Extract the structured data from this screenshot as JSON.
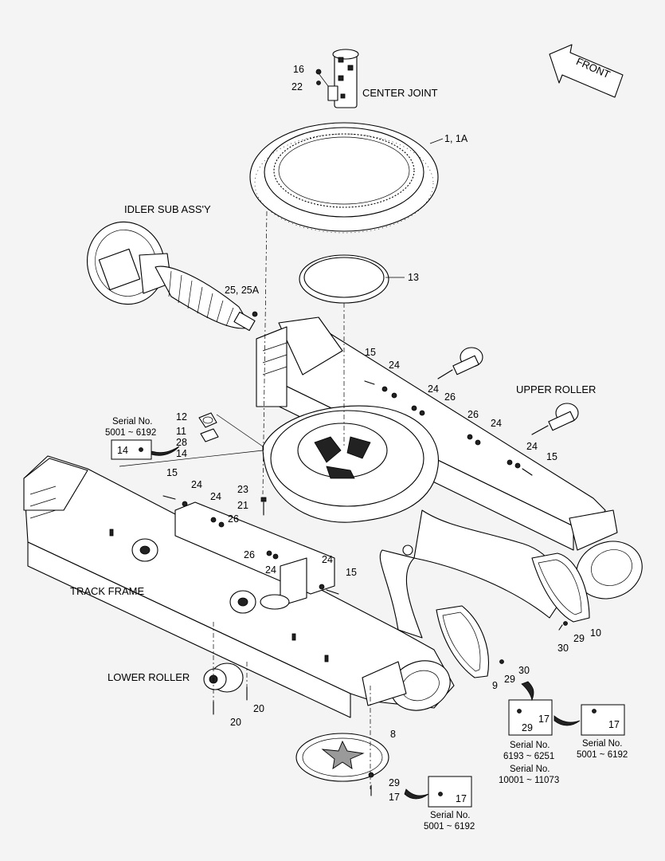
{
  "labels": {
    "center_joint": "CENTER JOINT",
    "idler_sub_assy": "IDLER SUB ASS'Y",
    "upper_roller": "UPPER ROLLER",
    "track_frame": "TRACK FRAME",
    "lower_roller": "LOWER ROLLER",
    "front": "FRONT"
  },
  "callouts": {
    "c16": "16",
    "c22": "22",
    "c1_1a": "1, 1A",
    "c13": "13",
    "c25_25a": "25, 25A",
    "c15_a": "15",
    "c24_a": "24",
    "c24_b": "24",
    "c26_a": "26",
    "c26_b": "26",
    "c24_c": "24",
    "c24_d": "24",
    "c15_b": "15",
    "c12": "12",
    "c11": "11",
    "c28": "28",
    "c14_a": "14",
    "c14_box": "14",
    "c15_c": "15",
    "c24_e": "24",
    "c24_f": "24",
    "c26_c": "26",
    "c23": "23",
    "c21": "21",
    "c26_d": "26",
    "c24_g": "24",
    "c24_h": "24",
    "c15_d": "15",
    "c10": "10",
    "c29_a": "29",
    "c30_a": "30",
    "c9": "9",
    "c29_b": "29",
    "c30_b": "30",
    "c20_a": "20",
    "c20_b": "20",
    "c8": "8",
    "c29_c": "29",
    "c17_a": "17",
    "c17_box1": "17",
    "c29_box1": "29",
    "c17_box2": "17",
    "c17_box3": "17"
  },
  "serials": {
    "s_5001_left": {
      "title": "Serial No.",
      "range": "5001 ~ 6192"
    },
    "s_6193": {
      "title": "Serial No.",
      "range": "6193 ~ 6251"
    },
    "s_10001": {
      "title": "Serial No.",
      "range": "10001 ~ 11073"
    },
    "s_5001_right": {
      "title": "Serial No.",
      "range": "5001 ~ 6192"
    },
    "s_5001_bottom": {
      "title": "Serial No.",
      "range": "5001 ~ 6192"
    }
  }
}
